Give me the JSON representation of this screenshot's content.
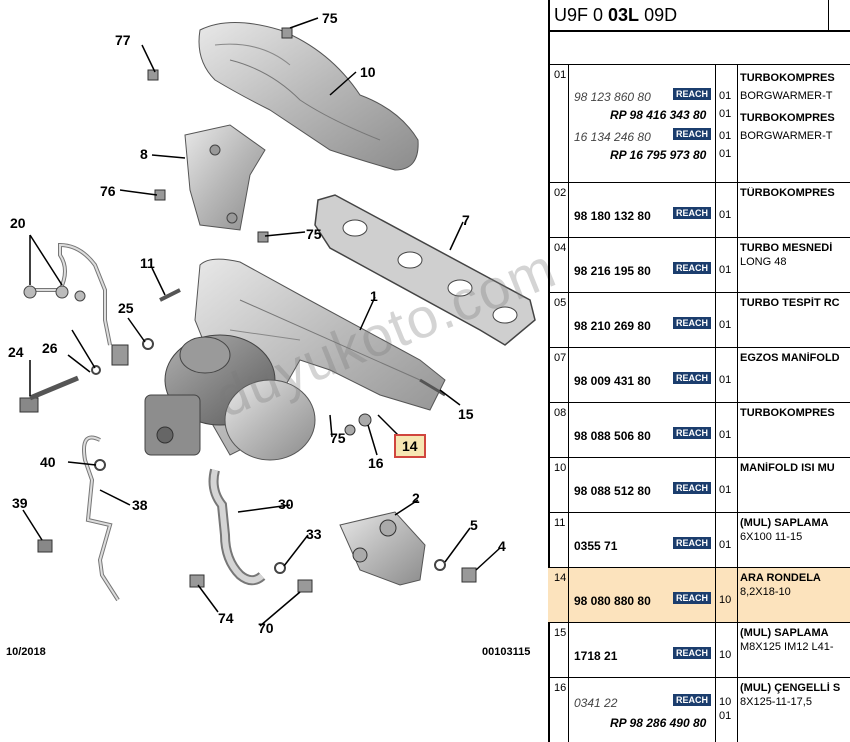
{
  "diagram": {
    "callouts": [
      {
        "id": "75a",
        "text": "75"
      },
      {
        "id": "77",
        "text": "77"
      },
      {
        "id": "10",
        "text": "10"
      },
      {
        "id": "8",
        "text": "8"
      },
      {
        "id": "76",
        "text": "76"
      },
      {
        "id": "75b",
        "text": "75"
      },
      {
        "id": "7",
        "text": "7"
      },
      {
        "id": "20",
        "text": "20"
      },
      {
        "id": "11",
        "text": "11"
      },
      {
        "id": "1",
        "text": "1"
      },
      {
        "id": "25",
        "text": "25"
      },
      {
        "id": "24",
        "text": "24"
      },
      {
        "id": "26",
        "text": "26"
      },
      {
        "id": "15",
        "text": "15"
      },
      {
        "id": "75c",
        "text": "75"
      },
      {
        "id": "16",
        "text": "16"
      },
      {
        "id": "14",
        "text": "14"
      },
      {
        "id": "40",
        "text": "40"
      },
      {
        "id": "38",
        "text": "38"
      },
      {
        "id": "39",
        "text": "39"
      },
      {
        "id": "2",
        "text": "2"
      },
      {
        "id": "30",
        "text": "30"
      },
      {
        "id": "5",
        "text": "5"
      },
      {
        "id": "33",
        "text": "33"
      },
      {
        "id": "4",
        "text": "4"
      },
      {
        "id": "74",
        "text": "74"
      },
      {
        "id": "70",
        "text": "70"
      }
    ],
    "date": "10/2018",
    "code": "00103115",
    "watermark": "duyukoto.com"
  },
  "table": {
    "header_prefix": "U9F 0 ",
    "header_bold": "03L",
    "header_suffix": " 09D",
    "reach_label": "REACH",
    "rows": [
      {
        "num": "01",
        "refs": [
          {
            "ref": "98 123 860 80",
            "italic": true,
            "qty": "01",
            "desc_bold": "TURBOKOMPRES",
            "desc": "BORGWARMER-T"
          },
          {
            "rp": "RP 98 416 343 80",
            "qty": "01"
          },
          {
            "ref": "16 134 246 80",
            "italic": true,
            "qty": "01",
            "desc_bold": "TURBOKOMPRES",
            "desc": "BORGWARMER-T"
          },
          {
            "rp": "RP 16 795 973 80",
            "qty": "01"
          }
        ]
      },
      {
        "num": "02",
        "ref": "98 180 132 80",
        "qty": "01",
        "desc_bold": "TÜRBOKOMPRES",
        "desc": ""
      },
      {
        "num": "04",
        "ref": "98 216 195 80",
        "qty": "01",
        "desc_bold": "TURBO MESNEDİ",
        "desc": "LONG 48"
      },
      {
        "num": "05",
        "ref": "98 210 269 80",
        "qty": "01",
        "desc_bold": "TURBO TESPİT RC",
        "desc": ""
      },
      {
        "num": "07",
        "ref": "98 009 431 80",
        "qty": "01",
        "desc_bold": "EGZOS MANİFOLD",
        "desc": ""
      },
      {
        "num": "08",
        "ref": "98 088 506 80",
        "qty": "01",
        "desc_bold": "TURBOKOMPRES",
        "desc": ""
      },
      {
        "num": "10",
        "ref": "98 088 512 80",
        "qty": "01",
        "desc_bold": "MANİFOLD ISI MU",
        "desc": ""
      },
      {
        "num": "11",
        "ref": "0355 71",
        "qty": "01",
        "desc_bold": "(MUL) SAPLAMA",
        "desc": "6X100 11-15"
      },
      {
        "num": "14",
        "ref": "98 080 880 80",
        "qty": "10",
        "desc_bold": "ARA RONDELA",
        "desc": "8,2X18-10"
      },
      {
        "num": "15",
        "ref": "1718 21",
        "qty": "10",
        "desc_bold": "(MUL) SAPLAMA",
        "desc": "M8X125 IM12 L41-"
      },
      {
        "num": "16",
        "ref": "0341 22",
        "italic": true,
        "qty": "10",
        "qty2": "01",
        "desc_bold": "(MUL) ÇENGELLİ S",
        "desc": "8X125-11-17,5",
        "rp": "RP 98 286 490 80"
      }
    ]
  }
}
